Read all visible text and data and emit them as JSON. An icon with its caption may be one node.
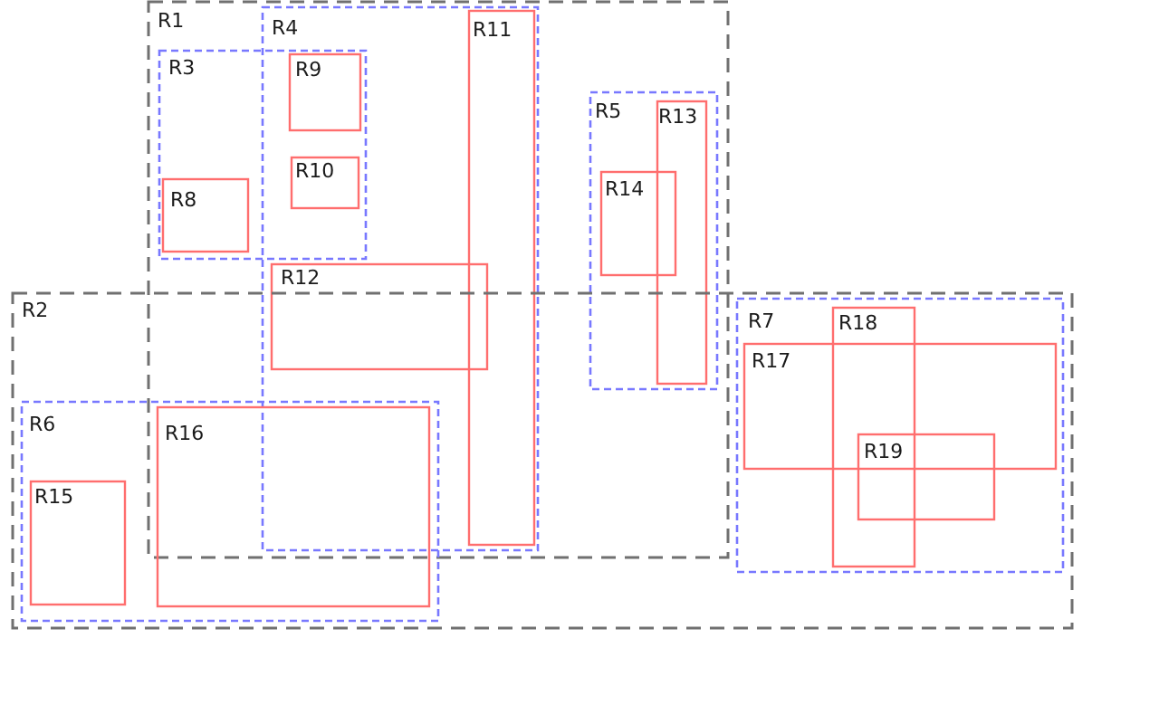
{
  "diagram": {
    "nodes": [
      {
        "text": [
          "R1"
        ]
      },
      {
        "text": [
          "R2"
        ]
      },
      {
        "text": [
          "R3"
        ],
        "in": 0
      },
      {
        "text": [
          "R4"
        ],
        "in": 0
      },
      {
        "text": [
          "R5"
        ],
        "in": 0
      },
      {
        "text": [
          "R6"
        ],
        "in": 1
      },
      {
        "text": [
          "R7"
        ],
        "in": 1
      },
      {
        "text": [
          "R8"
        ],
        "in": 2
      },
      {
        "text": [
          "R9"
        ]
      },
      {
        "text": [
          "R10"
        ]
      },
      {
        "text": [
          "R11"
        ],
        "in": 3
      },
      {
        "text": [
          "R12"
        ],
        "in": 3
      },
      {
        "text": [
          "R13"
        ],
        "in": 4
      },
      {
        "text": [
          "R14"
        ],
        "in": 4
      },
      {
        "text": [
          "R15"
        ],
        "in": 5
      },
      {
        "text": [
          "R16"
        ],
        "in": 5
      },
      {
        "text": [
          "R17"
        ],
        "in": 6
      },
      {
        "text": [
          "R18"
        ],
        "in": 6
      },
      {
        "text": [
          "R19"
        ],
        "in": 6
      }
    ]
  }
}
